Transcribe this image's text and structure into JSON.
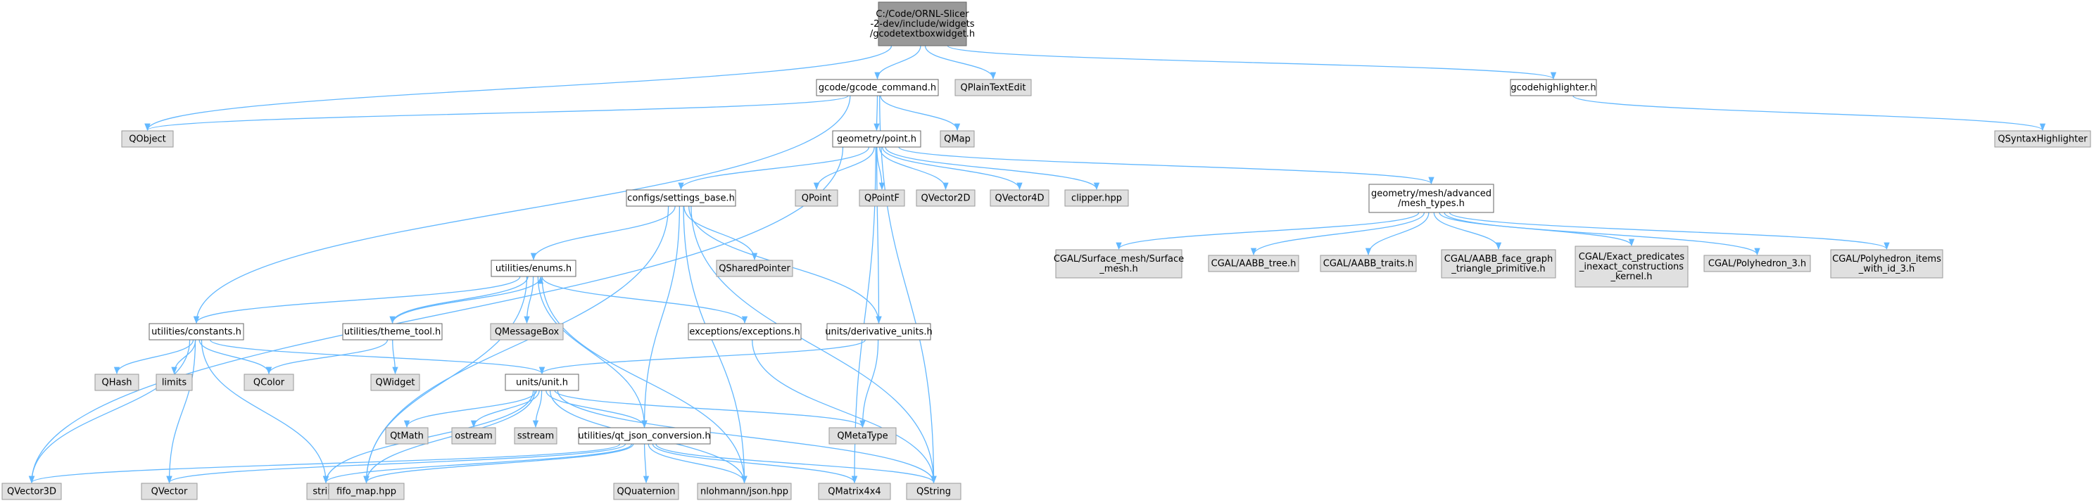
{
  "colors": {
    "root_fill": "#999999",
    "root_stroke": "#666666",
    "local_fill": "#ffffff",
    "local_stroke": "#666666",
    "system_fill": "#e0e0e0",
    "system_stroke": "#999999",
    "edge": "#63b8ff"
  },
  "nodes": [
    {
      "id": "root",
      "kind": "root",
      "lines": [
        "C:/Code/ORNL-Slicer",
        "-2-dev/include/widgets",
        "/gcodetextboxwidget.h"
      ]
    },
    {
      "id": "gcode_command",
      "kind": "local",
      "lines": [
        "gcode/gcode_command.h"
      ]
    },
    {
      "id": "qplaintextedit",
      "kind": "system",
      "lines": [
        "QPlainTextEdit"
      ]
    },
    {
      "id": "gcodehighlighter",
      "kind": "local",
      "lines": [
        "gcodehighlighter.h"
      ]
    },
    {
      "id": "qobject",
      "kind": "system",
      "lines": [
        "QObject"
      ]
    },
    {
      "id": "qmap",
      "kind": "system",
      "lines": [
        "QMap"
      ]
    },
    {
      "id": "qsyntaxhighlighter",
      "kind": "system",
      "lines": [
        "QSyntaxHighlighter"
      ]
    },
    {
      "id": "point",
      "kind": "local",
      "lines": [
        "geometry/point.h"
      ]
    },
    {
      "id": "settings_base",
      "kind": "local",
      "lines": [
        "configs/settings_base.h"
      ]
    },
    {
      "id": "qpoint",
      "kind": "system",
      "lines": [
        "QPoint"
      ]
    },
    {
      "id": "qpointf",
      "kind": "system",
      "lines": [
        "QPointF"
      ]
    },
    {
      "id": "qvector2d",
      "kind": "system",
      "lines": [
        "QVector2D"
      ]
    },
    {
      "id": "qvector4d",
      "kind": "system",
      "lines": [
        "QVector4D"
      ]
    },
    {
      "id": "clipper",
      "kind": "system",
      "lines": [
        "clipper.hpp"
      ]
    },
    {
      "id": "mesh_types",
      "kind": "local",
      "lines": [
        "geometry/mesh/advanced",
        "/mesh_types.h"
      ]
    },
    {
      "id": "surface_mesh",
      "kind": "system",
      "lines": [
        "CGAL/Surface_mesh/Surface",
        "_mesh.h"
      ]
    },
    {
      "id": "aabb_tree",
      "kind": "system",
      "lines": [
        "CGAL/AABB_tree.h"
      ]
    },
    {
      "id": "aabb_traits",
      "kind": "system",
      "lines": [
        "CGAL/AABB_traits.h"
      ]
    },
    {
      "id": "aabb_face_graph",
      "kind": "system",
      "lines": [
        "CGAL/AABB_face_graph",
        "_triangle_primitive.h"
      ]
    },
    {
      "id": "exact_predicates",
      "kind": "system",
      "lines": [
        "CGAL/Exact_predicates",
        "_inexact_constructions",
        "_kernel.h"
      ]
    },
    {
      "id": "polyhedron3",
      "kind": "system",
      "lines": [
        "CGAL/Polyhedron_3.h"
      ]
    },
    {
      "id": "polyhedron_items",
      "kind": "system",
      "lines": [
        "CGAL/Polyhedron_items",
        "_with_id_3.h"
      ]
    },
    {
      "id": "enums",
      "kind": "local",
      "lines": [
        "utilities/enums.h"
      ]
    },
    {
      "id": "qsharedpointer",
      "kind": "system",
      "lines": [
        "QSharedPointer"
      ]
    },
    {
      "id": "constants",
      "kind": "local",
      "lines": [
        "utilities/constants.h"
      ]
    },
    {
      "id": "theme_tool",
      "kind": "local",
      "lines": [
        "utilities/theme_tool.h"
      ]
    },
    {
      "id": "qmessagebox",
      "kind": "system",
      "lines": [
        "QMessageBox"
      ]
    },
    {
      "id": "exceptions",
      "kind": "local",
      "lines": [
        "exceptions/exceptions.h"
      ]
    },
    {
      "id": "derivative_units",
      "kind": "local",
      "lines": [
        "units/derivative_units.h"
      ]
    },
    {
      "id": "qhash",
      "kind": "system",
      "lines": [
        "QHash"
      ]
    },
    {
      "id": "limits",
      "kind": "system",
      "lines": [
        "limits"
      ]
    },
    {
      "id": "qcolor",
      "kind": "system",
      "lines": [
        "QColor"
      ]
    },
    {
      "id": "qwidget",
      "kind": "system",
      "lines": [
        "QWidget"
      ]
    },
    {
      "id": "unit",
      "kind": "local",
      "lines": [
        "units/unit.h"
      ]
    },
    {
      "id": "qtmath",
      "kind": "system",
      "lines": [
        "QtMath"
      ]
    },
    {
      "id": "ostream",
      "kind": "system",
      "lines": [
        "ostream"
      ]
    },
    {
      "id": "sstream",
      "kind": "system",
      "lines": [
        "sstream"
      ]
    },
    {
      "id": "qt_json",
      "kind": "local",
      "lines": [
        "utilities/qt_json_conversion.h"
      ]
    },
    {
      "id": "qmetatype",
      "kind": "system",
      "lines": [
        "QMetaType"
      ]
    },
    {
      "id": "qvector3d",
      "kind": "system",
      "lines": [
        "QVector3D"
      ]
    },
    {
      "id": "qvector",
      "kind": "system",
      "lines": [
        "QVector"
      ]
    },
    {
      "id": "string",
      "kind": "system",
      "lines": [
        "string"
      ]
    },
    {
      "id": "fifo_map",
      "kind": "system",
      "lines": [
        "fifo_map.hpp"
      ]
    },
    {
      "id": "qquaternion",
      "kind": "system",
      "lines": [
        "QQuaternion"
      ]
    },
    {
      "id": "json",
      "kind": "system",
      "lines": [
        "nlohmann/json.hpp"
      ]
    },
    {
      "id": "qmatrix4x4",
      "kind": "system",
      "lines": [
        "QMatrix4x4"
      ]
    },
    {
      "id": "qstring",
      "kind": "system",
      "lines": [
        "QString"
      ]
    }
  ],
  "edges": [
    [
      "root",
      "gcode_command"
    ],
    [
      "root",
      "qplaintextedit"
    ],
    [
      "root",
      "gcodehighlighter"
    ],
    [
      "root",
      "qobject"
    ],
    [
      "gcode_command",
      "qobject"
    ],
    [
      "gcode_command",
      "qmap"
    ],
    [
      "gcode_command",
      "point"
    ],
    [
      "gcode_command",
      "constants"
    ],
    [
      "gcode_command",
      "qstring"
    ],
    [
      "gcodehighlighter",
      "qsyntaxhighlighter"
    ],
    [
      "point",
      "settings_base"
    ],
    [
      "point",
      "qpoint"
    ],
    [
      "point",
      "qpointf"
    ],
    [
      "point",
      "qvector2d"
    ],
    [
      "point",
      "qvector4d"
    ],
    [
      "point",
      "clipper"
    ],
    [
      "point",
      "mesh_types"
    ],
    [
      "point",
      "derivative_units"
    ],
    [
      "point",
      "qvector3d"
    ],
    [
      "point",
      "qmatrix4x4"
    ],
    [
      "mesh_types",
      "surface_mesh"
    ],
    [
      "mesh_types",
      "aabb_tree"
    ],
    [
      "mesh_types",
      "aabb_traits"
    ],
    [
      "mesh_types",
      "aabb_face_graph"
    ],
    [
      "mesh_types",
      "exact_predicates"
    ],
    [
      "mesh_types",
      "polyhedron3"
    ],
    [
      "mesh_types",
      "polyhedron_items"
    ],
    [
      "settings_base",
      "enums"
    ],
    [
      "settings_base",
      "qsharedpointer"
    ],
    [
      "settings_base",
      "qt_json"
    ],
    [
      "settings_base",
      "derivative_units"
    ],
    [
      "settings_base",
      "json"
    ],
    [
      "settings_base",
      "qstring"
    ],
    [
      "settings_base",
      "fifo_map"
    ],
    [
      "enums",
      "constants"
    ],
    [
      "enums",
      "theme_tool"
    ],
    [
      "enums",
      "qmessagebox"
    ],
    [
      "enums",
      "exceptions"
    ],
    [
      "enums",
      "qt_json"
    ],
    [
      "enums",
      "json"
    ],
    [
      "enums",
      "fifo_map"
    ],
    [
      "theme_tool",
      "enums"
    ],
    [
      "theme_tool",
      "qcolor"
    ],
    [
      "theme_tool",
      "qwidget"
    ],
    [
      "constants",
      "qhash"
    ],
    [
      "constants",
      "limits"
    ],
    [
      "constants",
      "qcolor"
    ],
    [
      "constants",
      "unit"
    ],
    [
      "constants",
      "qvector3d"
    ],
    [
      "constants",
      "qvector"
    ],
    [
      "constants",
      "string"
    ],
    [
      "exceptions",
      "qstring"
    ],
    [
      "derivative_units",
      "unit"
    ],
    [
      "derivative_units",
      "qmetatype"
    ],
    [
      "unit",
      "qtmath"
    ],
    [
      "unit",
      "ostream"
    ],
    [
      "unit",
      "sstream"
    ],
    [
      "unit",
      "qt_json"
    ],
    [
      "unit",
      "qmetatype"
    ],
    [
      "unit",
      "string"
    ],
    [
      "unit",
      "fifo_map"
    ],
    [
      "unit",
      "json"
    ],
    [
      "unit",
      "qstring"
    ],
    [
      "qt_json",
      "qvector3d"
    ],
    [
      "qt_json",
      "qvector"
    ],
    [
      "qt_json",
      "string"
    ],
    [
      "qt_json",
      "fifo_map"
    ],
    [
      "qt_json",
      "qquaternion"
    ],
    [
      "qt_json",
      "json"
    ],
    [
      "qt_json",
      "qmatrix4x4"
    ],
    [
      "qt_json",
      "qstring"
    ]
  ]
}
